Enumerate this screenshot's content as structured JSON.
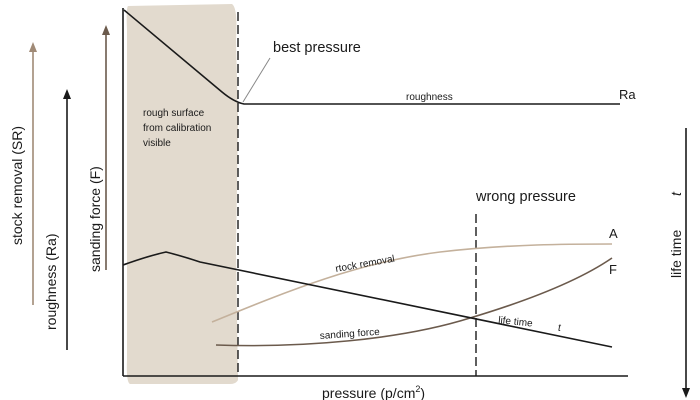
{
  "colors": {
    "ink": "#1a1a1a",
    "shade": "#e2dace",
    "stock_removal": "#c4b19c",
    "sanding_force": "#6b5a4c",
    "arrow_brown": "#a08a76"
  },
  "labels": {
    "best_pressure": "best pressure",
    "wrong_pressure": "wrong pressure",
    "shade_note_lines": [
      "rough surface",
      "from calibration",
      "visible"
    ],
    "x_axis": "pressure (p/cm",
    "x_axis_sup": "2",
    "x_axis_close": ")",
    "stock_removal_axis": "stock removal (SR)",
    "roughness_axis": "roughness  (Ra)",
    "sanding_force_axis": "sanding force (F)",
    "life_time_axis": "life time",
    "life_time_symbol": "t"
  },
  "curves": {
    "roughness": {
      "label": "roughness",
      "end_label": "Ra"
    },
    "stock_removal": {
      "label": "rtock removal",
      "end_label": "A"
    },
    "sanding_force": {
      "label": "sanding force",
      "end_label": "F"
    },
    "life_time": {
      "label": "life time",
      "symbol": "t"
    }
  }
}
